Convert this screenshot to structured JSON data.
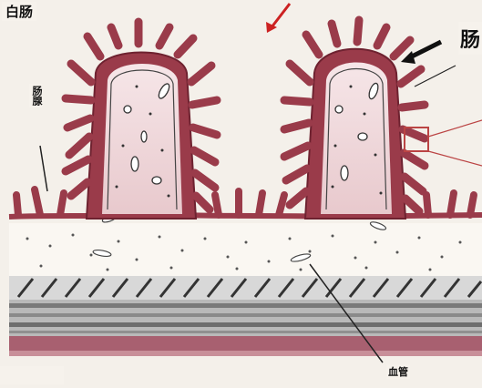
{
  "figure": {
    "title": "白肠",
    "right_label": "肠",
    "left_label": "肠腺",
    "bottom_label": "血管",
    "colors": {
      "background": "#f4f0ea",
      "epithelium": "#9a3b4a",
      "epithelium_dark": "#6e2230",
      "villus_core": "#ecd3d6",
      "submucosa": "#f8f5ef",
      "muscle_dark": "#4a4a4a",
      "muscle_light": "#c8c8c8",
      "serosa": "#a86070",
      "arrow": "#cc2222"
    }
  }
}
